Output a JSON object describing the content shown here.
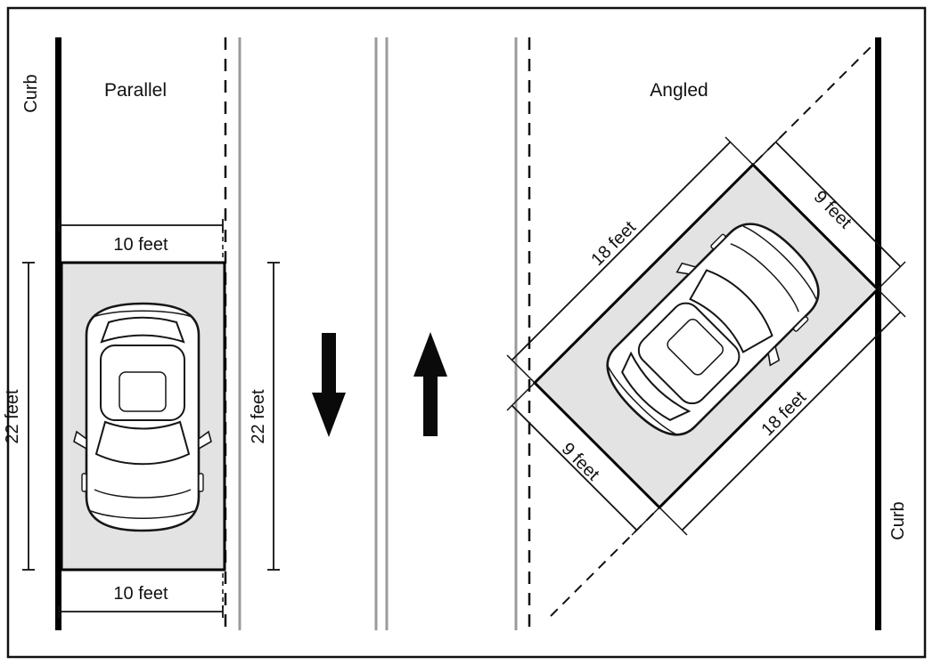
{
  "colors": {
    "spot_fill": "#e3e3e3",
    "lane_line": "#9b9b9b",
    "ink": "#111111"
  },
  "parallel": {
    "title": "Parallel",
    "curb_label": "Curb",
    "dim_top": "10 feet",
    "dim_bottom": "10 feet",
    "dim_left": "22 feet",
    "dim_right": "22 feet"
  },
  "angled": {
    "title": "Angled",
    "curb_label": "Curb",
    "dim_long_upper": "18 feet",
    "dim_long_lower": "18 feet",
    "dim_short_upper": "9 feet",
    "dim_short_lower": "9 feet"
  },
  "lanes": {
    "left_arrow_direction": "down",
    "right_arrow_direction": "up"
  }
}
